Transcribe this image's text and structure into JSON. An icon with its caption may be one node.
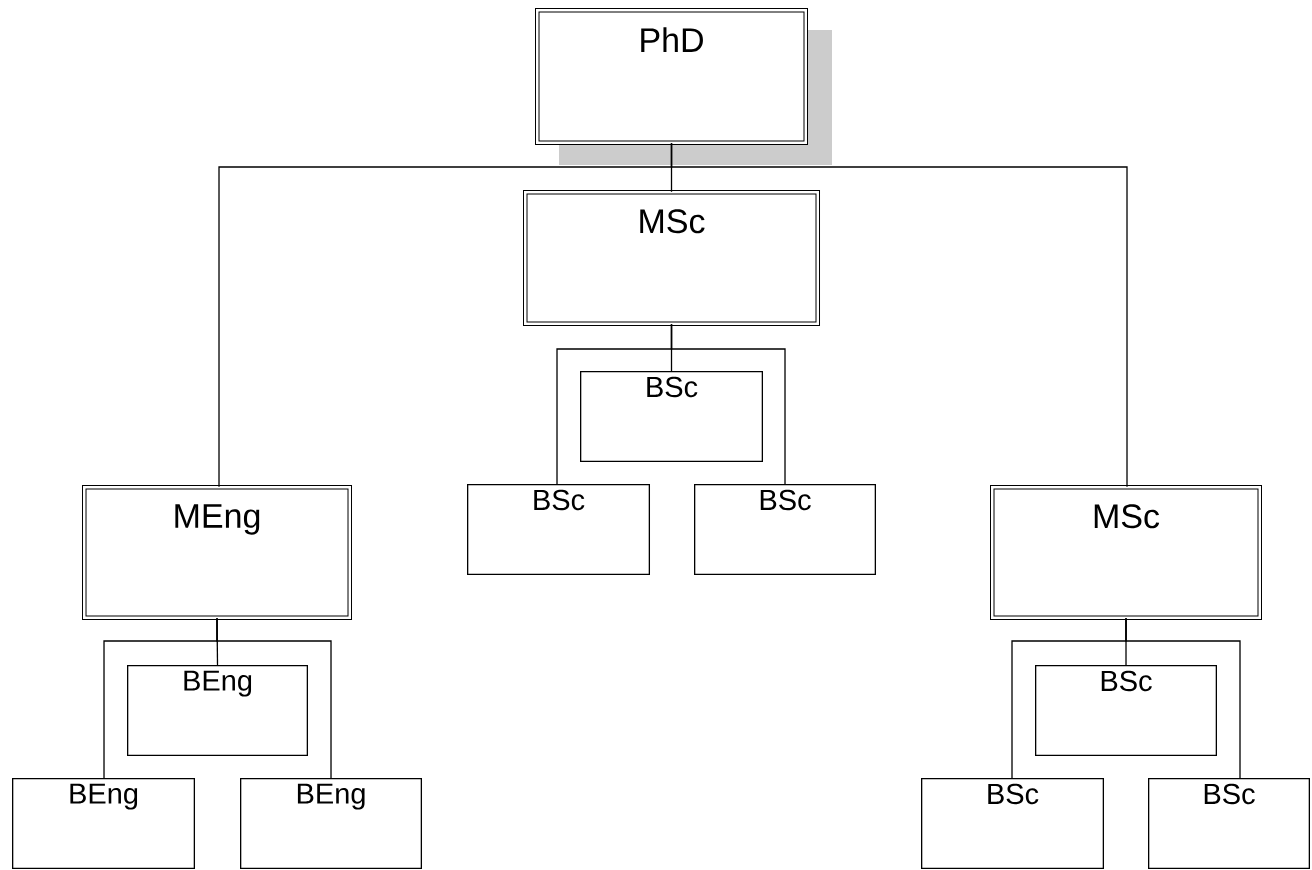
{
  "diagram": {
    "nodes": [
      {
        "text": [
          "PhD"
        ]
      },
      {
        "text": [
          "MSc"
        ]
      },
      {
        "text": [
          "BSc"
        ]
      },
      {
        "text": [
          "BSc"
        ]
      },
      {
        "text": [
          "BSc"
        ]
      },
      {
        "text": [
          "MEng"
        ]
      },
      {
        "text": [
          "BEng"
        ]
      },
      {
        "text": [
          "BEng"
        ]
      },
      {
        "text": [
          "BEng"
        ]
      },
      {
        "text": [
          "MSc"
        ]
      },
      {
        "text": [
          "BSc"
        ]
      },
      {
        "text": [
          "BSc"
        ]
      },
      {
        "text": [
          "BSc"
        ]
      }
    ],
    "edges": [
      {
        "from": 0,
        "to": 1,
        "arrow": "none"
      },
      {
        "from": 0,
        "to": 5,
        "arrow": "none"
      },
      {
        "from": 0,
        "to": 9,
        "arrow": "none"
      },
      {
        "from": 1,
        "to": 2,
        "arrow": "none"
      },
      {
        "from": 1,
        "to": 3,
        "arrow": "none"
      },
      {
        "from": 1,
        "to": 4,
        "arrow": "none"
      },
      {
        "from": 5,
        "to": 6,
        "arrow": "none"
      },
      {
        "from": 5,
        "to": 7,
        "arrow": "none"
      },
      {
        "from": 5,
        "to": 8,
        "arrow": "none"
      },
      {
        "from": 9,
        "to": 10,
        "arrow": "none"
      },
      {
        "from": 9,
        "to": 11,
        "arrow": "none"
      },
      {
        "from": 9,
        "to": 12,
        "arrow": "none"
      }
    ]
  }
}
